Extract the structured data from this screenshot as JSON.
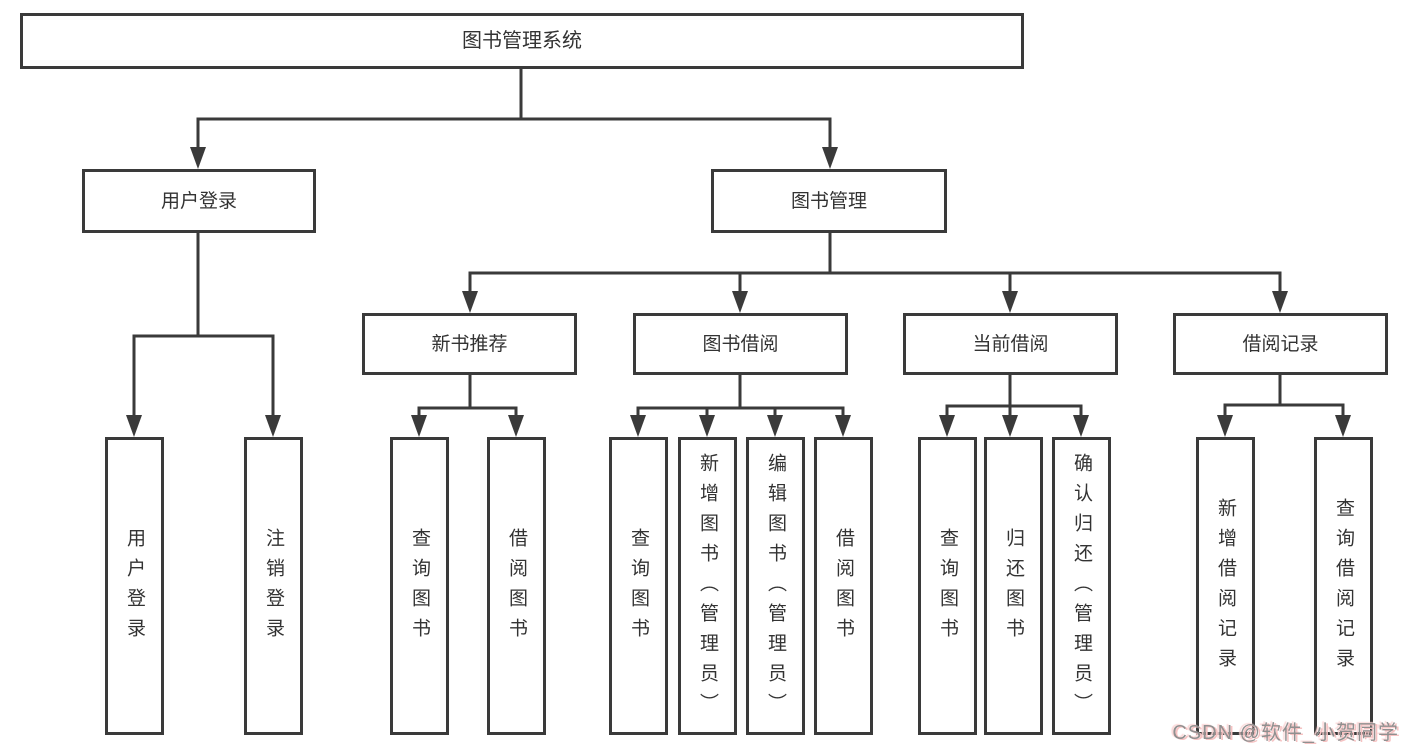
{
  "colors": {
    "line": "#3a3a3a",
    "text": "#333333",
    "background": "#ffffff",
    "watermark_gray": "#909090",
    "watermark_pink": "#f6c2c2"
  },
  "tree": {
    "root": "图书管理系统",
    "branches": [
      {
        "label": "用户登录",
        "children": [
          "用户登录",
          "注销登录"
        ]
      },
      {
        "label": "图书管理",
        "groups": [
          {
            "label": "新书推荐",
            "children": [
              "查询图书",
              "借阅图书"
            ]
          },
          {
            "label": "图书借阅",
            "children": [
              "查询图书",
              "新增图书（管理员）",
              "编辑图书（管理员）",
              "借阅图书"
            ]
          },
          {
            "label": "当前借阅",
            "children": [
              "查询图书",
              "归还图书",
              "确认归还（管理员）"
            ]
          },
          {
            "label": "借阅记录",
            "children": [
              "新增借阅记录",
              "查询借阅记录"
            ]
          }
        ]
      }
    ]
  },
  "watermark": "CSDN @软件_小贺同学"
}
